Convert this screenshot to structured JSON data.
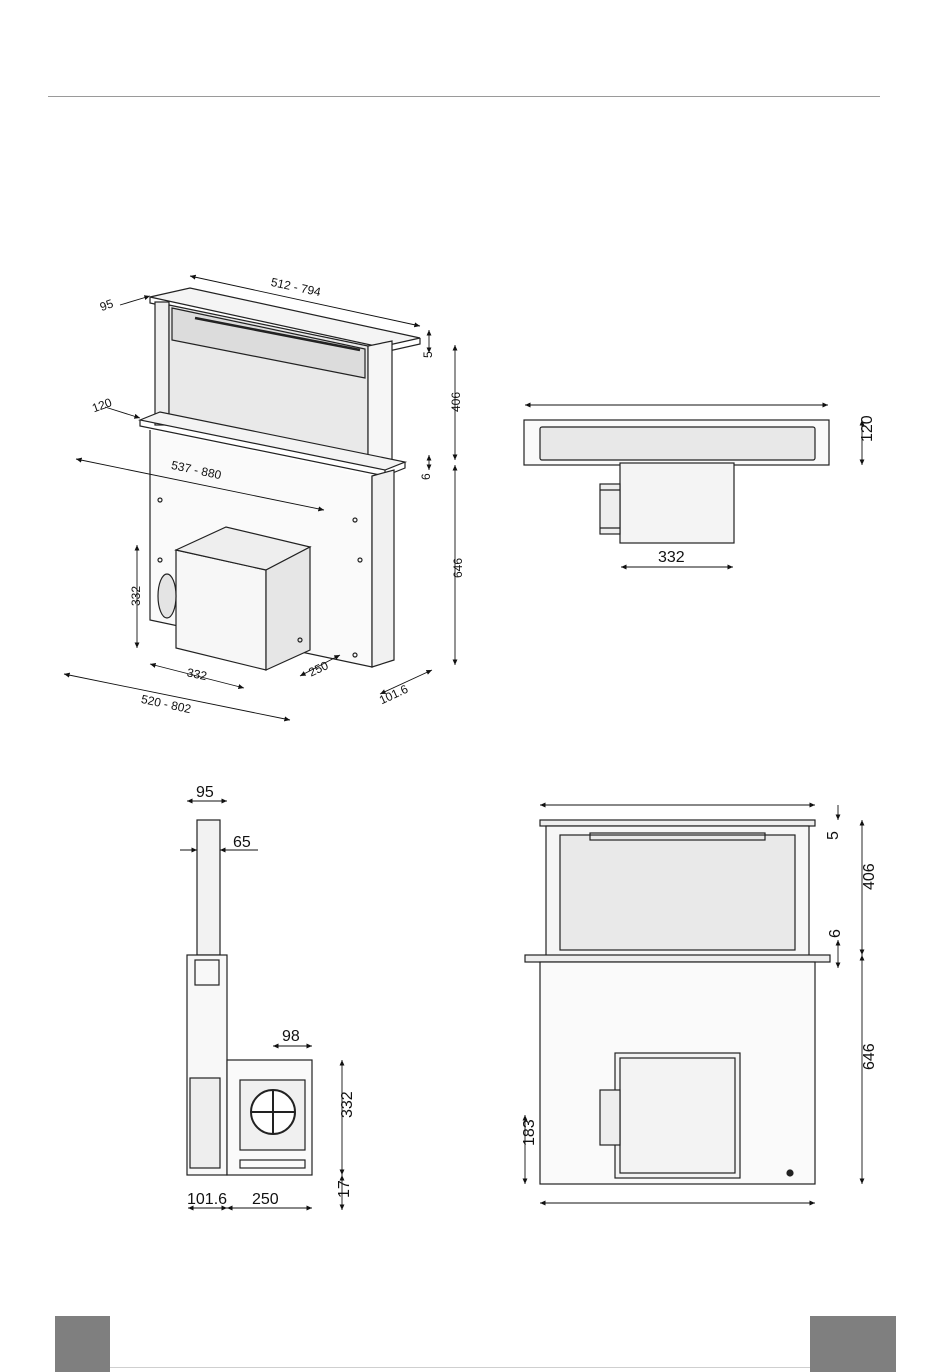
{
  "iso_view": {
    "width_top": "512 - 794",
    "depth_top": "95",
    "depth_base": "120",
    "width_base": "537 - 880",
    "height_top": "5",
    "height_mid": "406",
    "gap": "6",
    "height_box": "646",
    "box_height": "332",
    "box_width": "332",
    "box_depth": "250",
    "depth_overall": "101.6",
    "width_bottom": "520 - 802"
  },
  "top_view": {
    "height": "120",
    "motor_width": "332"
  },
  "side_view": {
    "depth_top": "95",
    "depth_inner": "65",
    "outlet_offset": "98",
    "motor_height": "332",
    "base_depth": "101.6",
    "motor_depth": "250",
    "bottom_gap": "17"
  },
  "front_view": {
    "height_top": "5",
    "height_mid": "406",
    "gap": "6",
    "height_box": "646",
    "outlet_height": "183"
  }
}
